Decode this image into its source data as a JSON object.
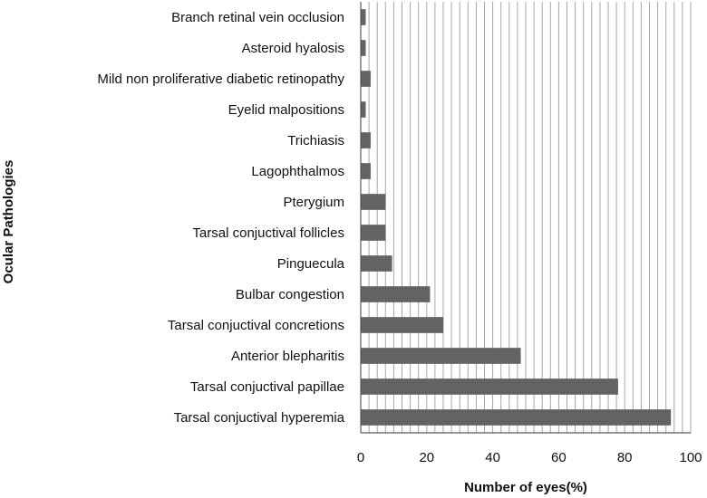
{
  "chart_data": {
    "type": "bar",
    "orientation": "horizontal",
    "categories": [
      "Branch retinal vein occlusion",
      "Asteroid hyalosis",
      "Mild non proliferative diabetic retinopathy",
      "Eyelid malpositions",
      "Trichiasis",
      "Lagophthalmos",
      "Pterygium",
      "Tarsal conjuctival follicles",
      "Pinguecula",
      "Bulbar congestion",
      "Tarsal conjuctival concretions",
      "Anterior blepharitis",
      "Tarsal conjuctival papillae",
      "Tarsal conjuctival hyperemia"
    ],
    "values": [
      1.5,
      1.5,
      3,
      1.5,
      3,
      3,
      7.5,
      7.5,
      9.5,
      21,
      25,
      48.5,
      78,
      94
    ],
    "xlabel": "Number of eyes(%)",
    "ylabel": "Ocular Pathologies",
    "xlim": [
      0,
      100
    ],
    "x_ticks": [
      "0",
      "20",
      "40",
      "60",
      "80",
      "100"
    ],
    "minor_grid_step": 2.5,
    "grid": true,
    "bar_color": "#636363",
    "grid_color": "#a6a6a6"
  }
}
